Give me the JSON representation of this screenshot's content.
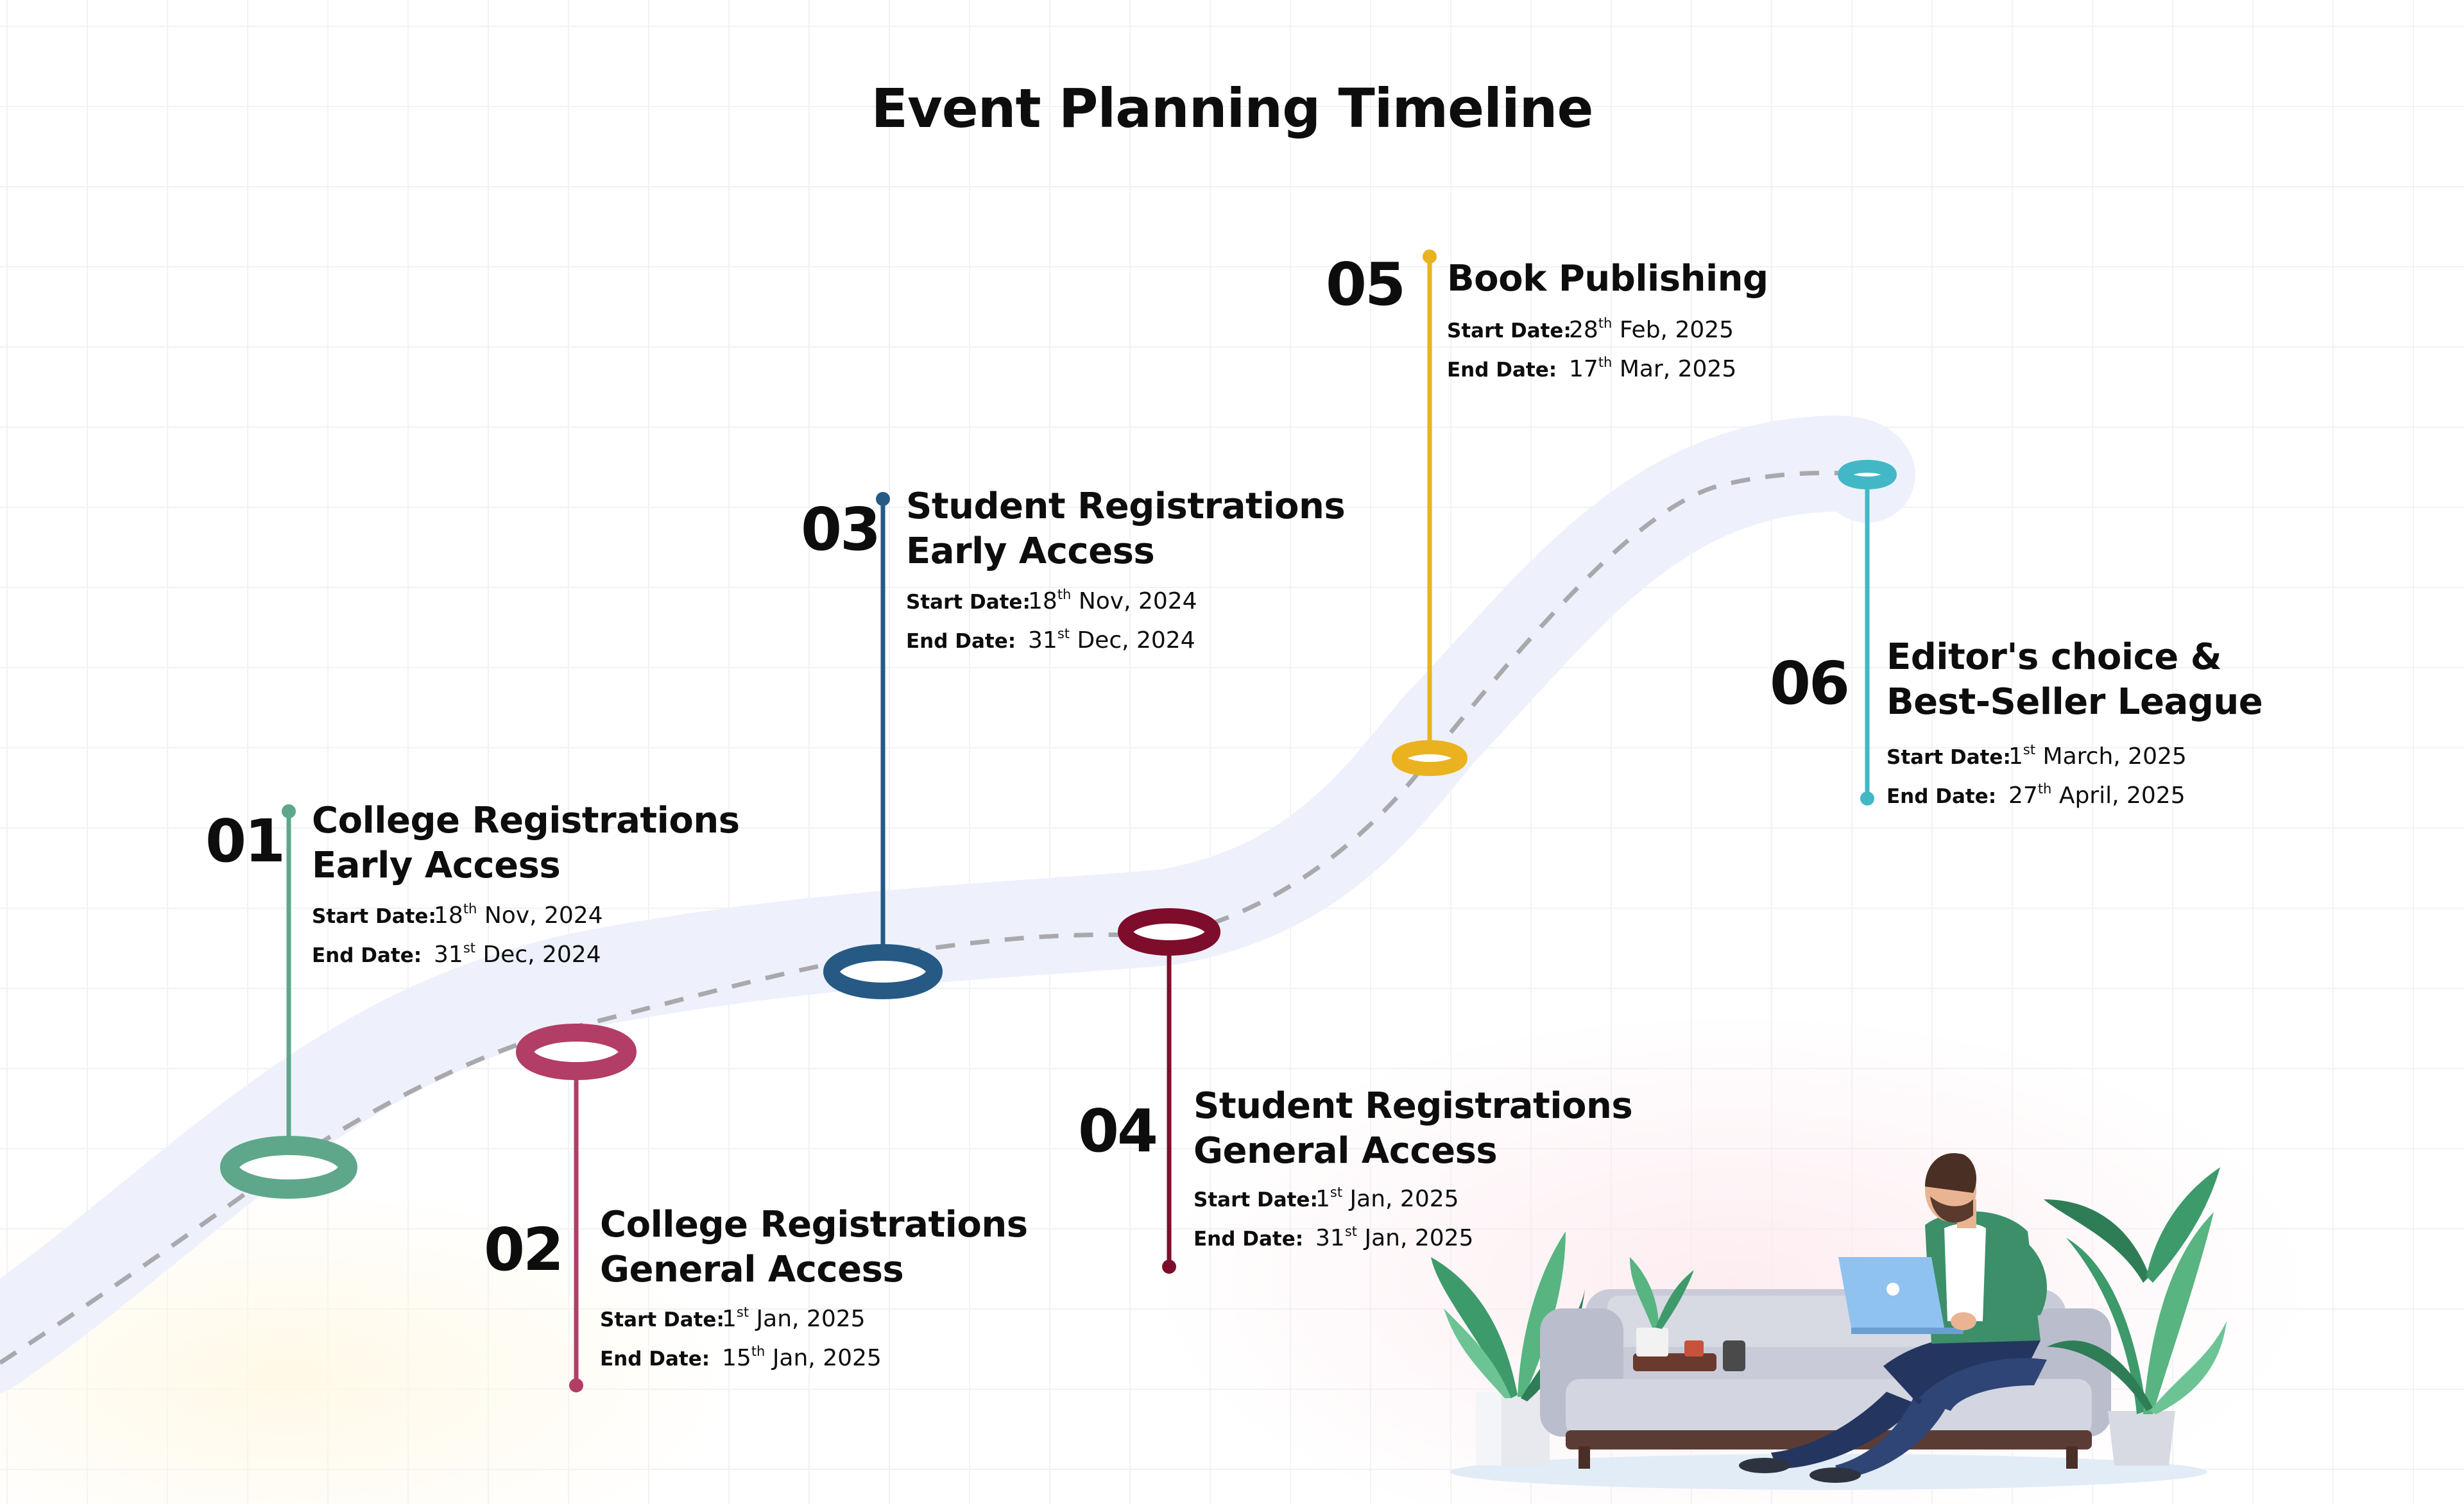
{
  "title": "Event Planning Timeline",
  "labels": {
    "start": "Start Date:",
    "end": "End Date:"
  },
  "steps": [
    {
      "number": "01",
      "title_lines": [
        "College Registrations",
        "Early Access"
      ],
      "start": {
        "day": "18",
        "suffix": "th",
        "rest": "Nov, 2024"
      },
      "end": {
        "day": "31",
        "suffix": "st",
        "rest": "Dec, 2024"
      },
      "color": "#5ea78a"
    },
    {
      "number": "02",
      "title_lines": [
        "College Registrations",
        "General Access"
      ],
      "start": {
        "day": "1",
        "suffix": "st",
        "rest": "Jan, 2025"
      },
      "end": {
        "day": "15",
        "suffix": "th",
        "rest": "Jan, 2025"
      },
      "color": "#b23d66"
    },
    {
      "number": "03",
      "title_lines": [
        "Student Registrations",
        "Early Access"
      ],
      "start": {
        "day": "18",
        "suffix": "th",
        "rest": "Nov, 2024"
      },
      "end": {
        "day": "31",
        "suffix": "st",
        "rest": "Dec, 2024"
      },
      "color": "#265a85"
    },
    {
      "number": "04",
      "title_lines": [
        "Student Registrations",
        "General Access"
      ],
      "start": {
        "day": "1",
        "suffix": "st",
        "rest": "Jan, 2025"
      },
      "end": {
        "day": "31",
        "suffix": "st",
        "rest": "Jan, 2025"
      },
      "color": "#7e0d2b"
    },
    {
      "number": "05",
      "title_lines": [
        "Book Publishing"
      ],
      "start": {
        "day": "28",
        "suffix": "th",
        "rest": "Feb, 2025"
      },
      "end": {
        "day": "17",
        "suffix": "th",
        "rest": "Mar, 2025"
      },
      "color": "#eab21e"
    },
    {
      "number": "06",
      "title_lines": [
        "Editor's choice &",
        "Best-Seller League"
      ],
      "start": {
        "day": "1",
        "suffix": "st",
        "rest": "March, 2025"
      },
      "end": {
        "day": "27",
        "suffix": "th",
        "rest": "April, 2025"
      },
      "color": "#42b8c7"
    }
  ],
  "colors": {
    "path_band": "#eef1fb",
    "path_dash": "#a9a9ad",
    "sofa": "#c9ccd8",
    "shirt": "#3c8f69",
    "pants": "#24365f",
    "laptop": "#8fc2ee",
    "plant": "#3d9a6b"
  },
  "icons": [
    "person-on-sofa-illustration",
    "laptop-icon",
    "potted-plant-icon"
  ]
}
